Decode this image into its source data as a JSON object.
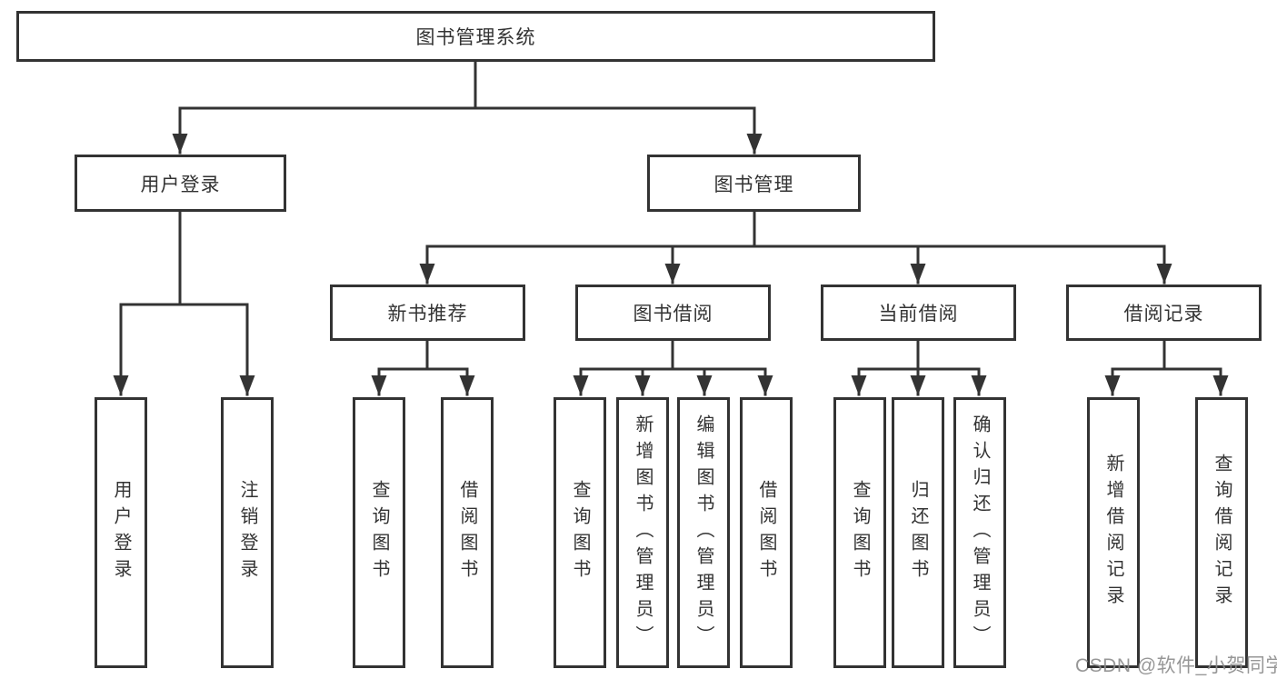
{
  "diagram": {
    "root": {
      "label": "图书管理系统"
    },
    "level2": [
      {
        "label": "用户登录",
        "children": [
          {
            "label": "用户登录"
          },
          {
            "label": "注销登录"
          }
        ]
      },
      {
        "label": "图书管理",
        "children": [
          {
            "label": "新书推荐",
            "children": [
              {
                "label": "查询图书"
              },
              {
                "label": "借阅图书"
              }
            ]
          },
          {
            "label": "图书借阅",
            "children": [
              {
                "label": "查询图书"
              },
              {
                "label": "新增图书（管理员）"
              },
              {
                "label": "编辑图书（管理员）"
              },
              {
                "label": "借阅图书"
              }
            ]
          },
          {
            "label": "当前借阅",
            "children": [
              {
                "label": "查询图书"
              },
              {
                "label": "归还图书"
              },
              {
                "label": "确认归还（管理员）"
              }
            ]
          },
          {
            "label": "借阅记录",
            "children": [
              {
                "label": "新增借阅记录"
              },
              {
                "label": "查询借阅记录"
              }
            ]
          }
        ]
      }
    ]
  },
  "watermark": {
    "text": "CSDN @软件_小贺同学"
  },
  "colors": {
    "line": "#333333",
    "box_border": "#333333",
    "box_fill": "#ffffff",
    "text": "#333333",
    "watermark": "#8c8c8c",
    "background": "#ffffff"
  }
}
